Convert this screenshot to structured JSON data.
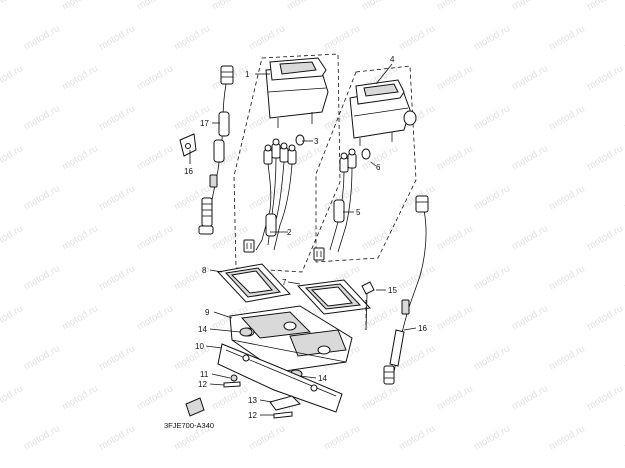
{
  "watermark": "motod.ru",
  "diagram_ref": "3FJE700-A340",
  "callouts": {
    "c1": "1",
    "c2": "2",
    "c3": "3",
    "c4": "4",
    "c5": "5",
    "c6": "6",
    "c7": "7",
    "c8": "8",
    "c9": "9",
    "c10": "10",
    "c11": "11",
    "c12a": "12",
    "c12b": "12",
    "c13": "13",
    "c14a": "14",
    "c14b": "14",
    "c15": "15",
    "c16a": "16",
    "c16b": "16",
    "c17": "17"
  }
}
